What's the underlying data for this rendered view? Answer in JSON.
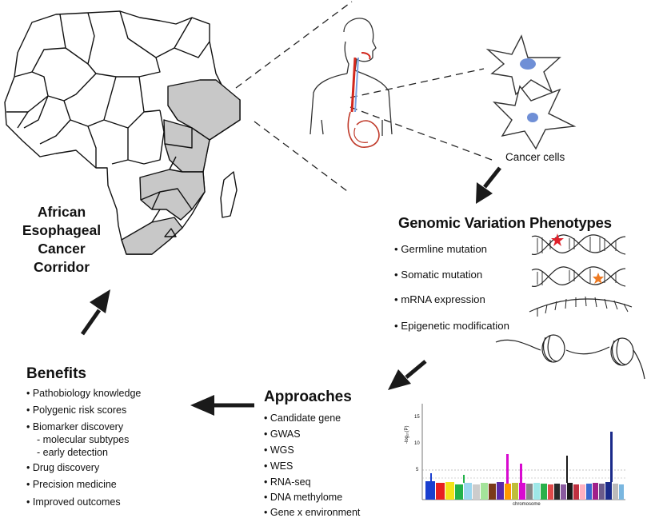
{
  "corridor": {
    "lines": [
      "African",
      "Esophageal",
      "Cancer",
      "Corridor"
    ]
  },
  "cells_label": "Cancer cells",
  "genomic": {
    "heading": "Genomic Variation Phenotypes",
    "items": [
      "• Germline mutation",
      "• Somatic mutation",
      "• mRNA expression",
      "• Epigenetic modification"
    ]
  },
  "approaches": {
    "heading": "Approaches",
    "items": [
      "• Candidate gene",
      "• GWAS",
      "• WGS",
      "• WES",
      "• RNA-seq",
      "• DNA methylome",
      "• Gene x environment"
    ]
  },
  "benefits": {
    "heading": "Benefits",
    "items": [
      "• Pathobiology knowledge",
      "• Polygenic risk scores",
      "• Biomarker discovery",
      "- molecular subtypes",
      "- early detection",
      "• Drug discovery",
      "• Precision medicine",
      "• Improved outcomes"
    ]
  },
  "manhattan": {
    "y_axis_label": "-log₁₀(P)",
    "x_axis_label": "chromosome",
    "y_ticks": [
      "15",
      "10",
      "5"
    ]
  },
  "colors": {
    "highlight_country": "#c8c8c8",
    "arrow": "#1a1a1a",
    "nucleus": "#6f8fd6",
    "esophagus_red": "#d2281e",
    "germline_star": "#e0202a",
    "somatic_star": "#ee7a22"
  }
}
